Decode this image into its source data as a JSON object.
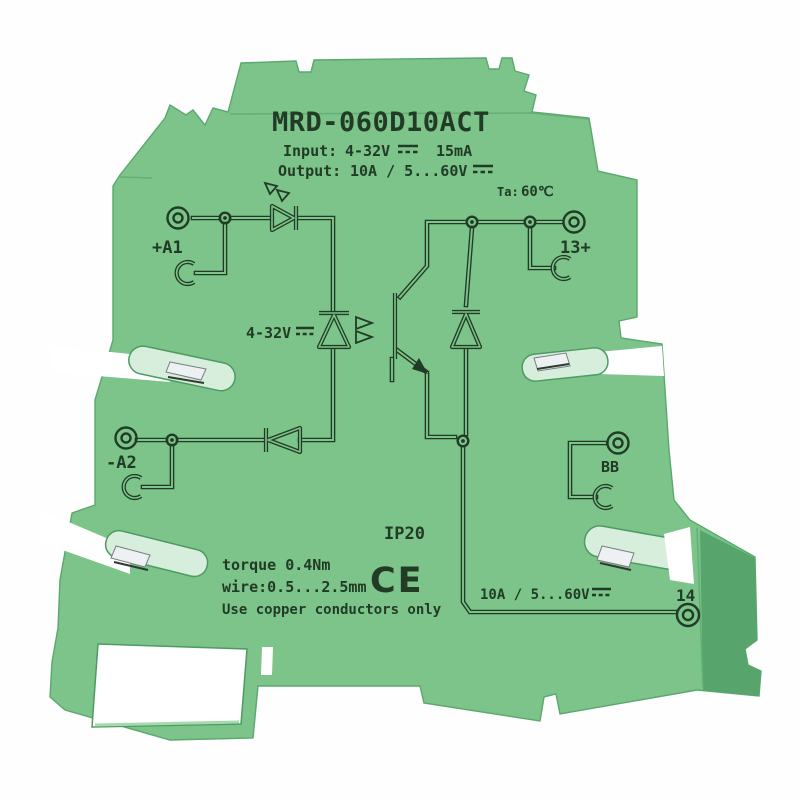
{
  "device": {
    "model": "MRD-060D10ACT",
    "specs": {
      "input_label": "Input:",
      "input_voltage": "4-32V",
      "input_current": "15mA",
      "output_label": "Output:",
      "output_rating": "10A / 5...60V",
      "ambient_label": "Ta:",
      "ambient_value": "60℃"
    },
    "schematic": {
      "input_voltage_label": "4-32V"
    },
    "terminals": {
      "input_positive": "+A1",
      "input_negative": "-A2",
      "output_positive": "13+",
      "output_terminal": "14",
      "bridge": "BB"
    },
    "markings": {
      "ip_rating": "IP20",
      "ce_mark": "CE",
      "torque": "torque 0.4Nm",
      "wire_range": "wire:0.5...2.5mm",
      "conductor_note": "Use copper conductors only",
      "output_rating_bottom": "10A / 5...60V"
    },
    "colors": {
      "body_green": "#7cc489",
      "side_shade": "#57a56c",
      "print": "#223b27"
    }
  }
}
